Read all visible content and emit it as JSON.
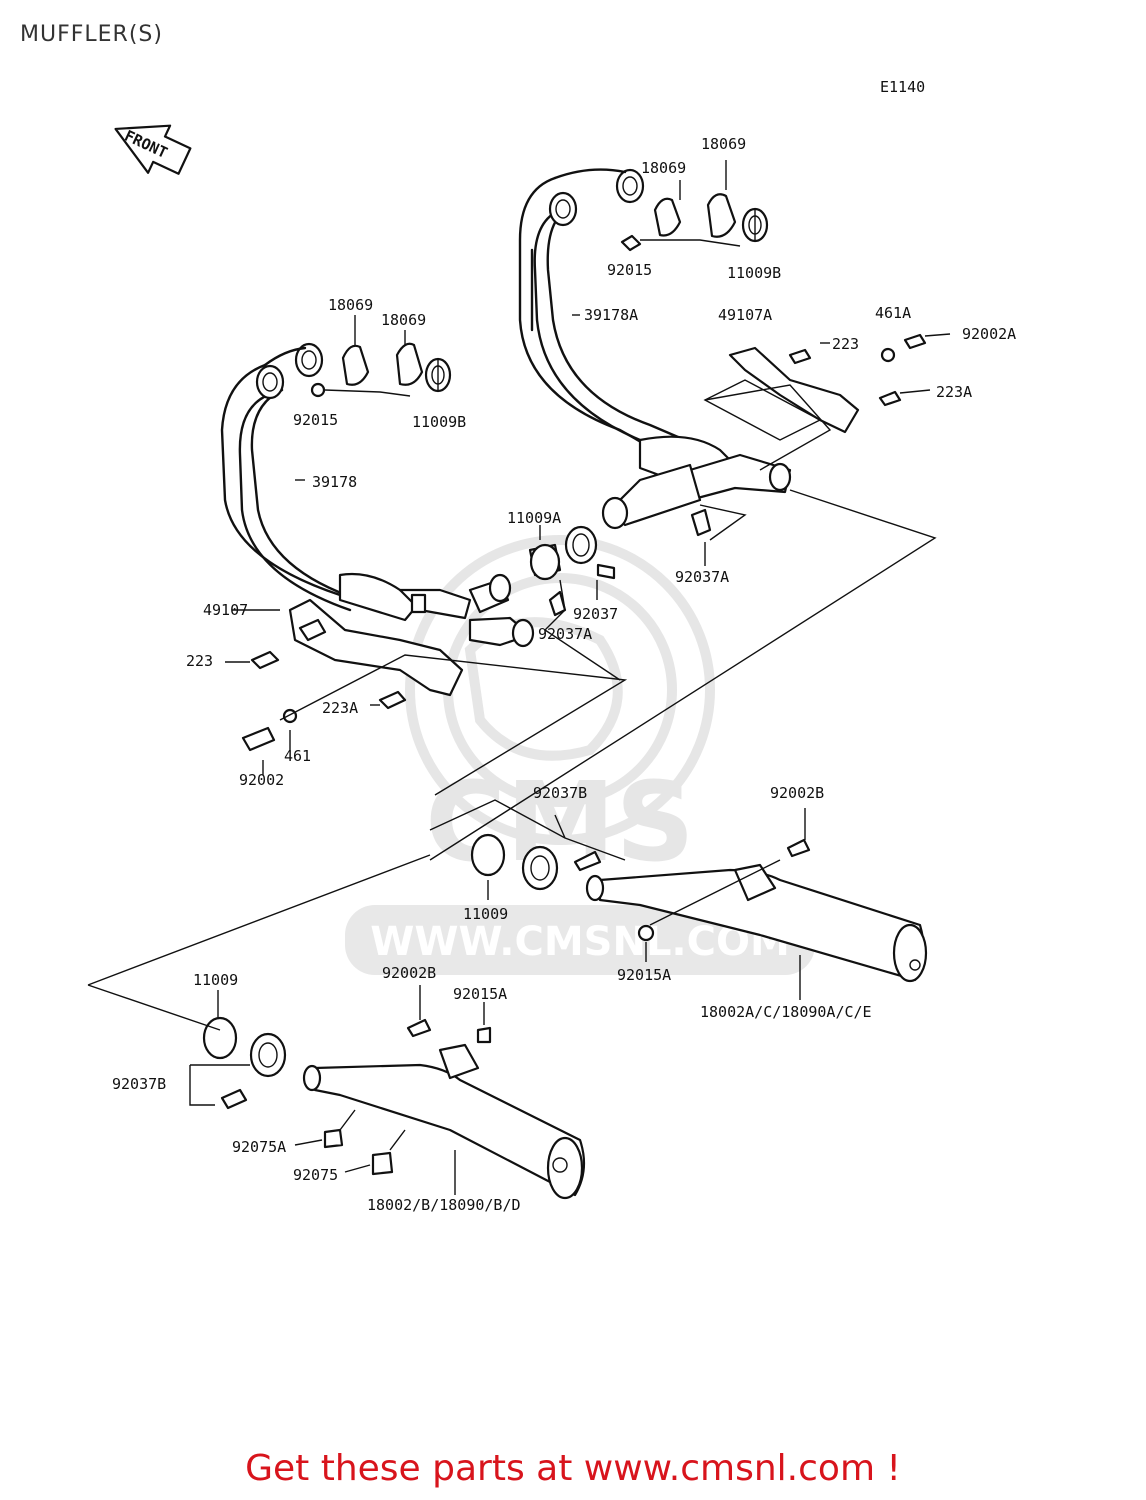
{
  "page_title": "MUFFLER(S)",
  "diagram_code": "E1140",
  "front_label": "FRONT",
  "watermark": {
    "brand": "CMS",
    "url": "WWW.CMSNL.COM"
  },
  "footer_banner": "Get these parts at www.cmsnl.com !",
  "colors": {
    "banner": "#d8141c",
    "line": "#111111",
    "watermark": "#e8e8e8"
  },
  "parts": {
    "p18069_r1": "18069",
    "p18069_r2": "18069",
    "p92015_r": "92015",
    "p11009B_r": "11009B",
    "p39178A": "39178A",
    "p49107A": "49107A",
    "p223_r": "223",
    "p461A": "461A",
    "p92002A": "92002A",
    "p223A_r": "223A",
    "p92037A_r": "92037A",
    "p18069_l1": "18069",
    "p18069_l2": "18069",
    "p92015_l": "92015",
    "p11009B_l": "11009B",
    "p39178": "39178",
    "p11009A": "11009A",
    "p92037": "92037",
    "p92037A_l": "92037A",
    "p49107": "49107",
    "p223_l": "223",
    "p223A_l": "223A",
    "p461": "461",
    "p92002": "92002",
    "p92037B_r": "92037B",
    "p92002B_r": "92002B",
    "p11009_r": "11009",
    "p92015A_r": "92015A",
    "p18002A": "18002A/C/18090A/C/E",
    "p11009_l": "11009",
    "p92002B_l": "92002B",
    "p92015A_l": "92015A",
    "p92037B_l": "92037B",
    "p92075A": "92075A",
    "p92075": "92075",
    "p18002": "18002/B/18090/B/D"
  }
}
